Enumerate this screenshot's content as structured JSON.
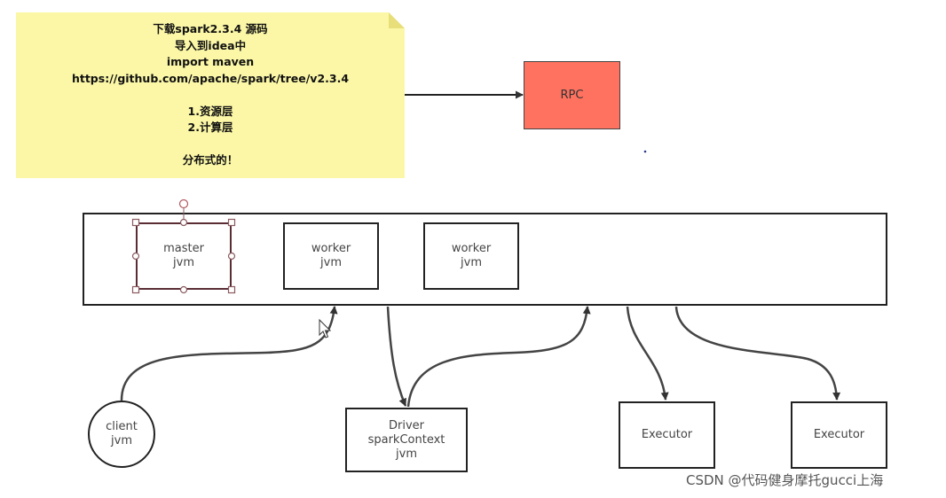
{
  "note": {
    "lines": [
      "下载spark2.3.4 源码",
      "导入到idea中",
      "import maven",
      "https://github.com/apache/spark/tree/v2.3.4",
      "",
      "1.资源层",
      "2.计算层",
      "",
      "分布式的！"
    ]
  },
  "rpc": {
    "label": "RPC"
  },
  "cluster": {
    "nodes": [
      {
        "line1": "master",
        "line2": "jvm"
      },
      {
        "line1": "worker",
        "line2": "jvm"
      },
      {
        "line1": "worker",
        "line2": "jvm"
      }
    ]
  },
  "client": {
    "line1": "client",
    "line2": "jvm"
  },
  "driver": {
    "line1": "Driver",
    "line2": "sparkContext",
    "line3": "jvm"
  },
  "executors": [
    {
      "label": "Executor"
    },
    {
      "label": "Executor"
    }
  ],
  "watermark": {
    "text": "CSDN @代码健身摩托gucci上海"
  },
  "colors": {
    "note": "#fbf7a6",
    "rpc": "#ff7260",
    "selection": "#5a2d35",
    "stroke": "#222222"
  }
}
